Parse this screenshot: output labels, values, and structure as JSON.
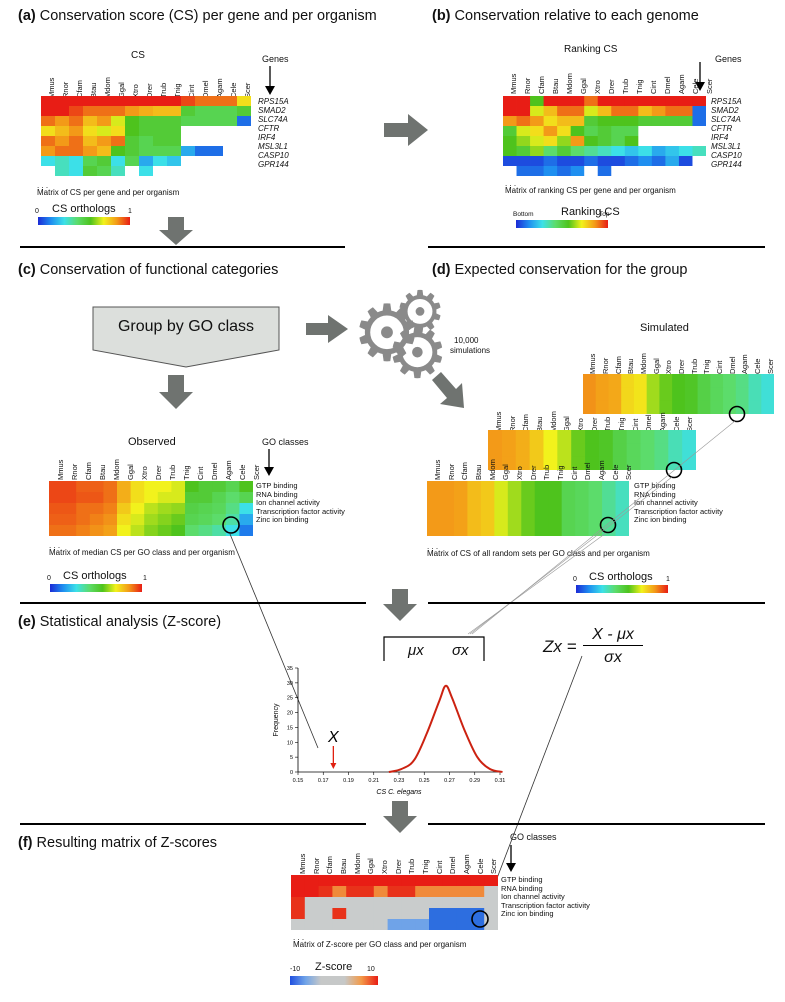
{
  "organisms": [
    "Mmus",
    "Rnor",
    "Cfam",
    "Btau",
    "Mdom",
    "Ggal",
    "Xtro",
    "Drer",
    "Trub",
    "Tnig",
    "Cint",
    "Dmel",
    "Agam",
    "Cele",
    "Scer"
  ],
  "genes": [
    "RPS15A",
    "SMAD2",
    "SLC74A",
    "CFTR",
    "IRF4",
    "MSL3L1",
    "CASP10",
    "GPR144"
  ],
  "go_classes": [
    "GTP binding",
    "RNA binding",
    "Ion channel activity",
    "Transcription factor activity",
    "Zinc ion binding"
  ],
  "ellipsis": ". . .",
  "panel_a": {
    "tag": "(a)",
    "title": "Conservation score (CS) per gene and per organism",
    "matrix_title": "CS",
    "genes_label": "Genes",
    "caption": "Matrix of CS per gene and per organism",
    "legend_title": "CS orthologs",
    "legend_min": "0",
    "legend_max": "1"
  },
  "panel_b": {
    "tag": "(b)",
    "title": "Conservation relative to each genome",
    "matrix_title": "Ranking CS",
    "genes_label": "Genes",
    "caption": "Matrix of ranking CS per gene and per organism",
    "legend_title": "Ranking CS",
    "legend_min": "Bottom",
    "legend_max": "Top"
  },
  "panel_c": {
    "tag": "(c)",
    "title": "Conservation of functional categories",
    "box_label": "Group by GO class",
    "observed_title": "Observed",
    "go_label": "GO classes",
    "caption": "Matrix of median CS per GO class and per organism",
    "legend_title": "CS orthologs",
    "legend_min": "0",
    "legend_max": "1"
  },
  "panel_d": {
    "tag": "(d)",
    "title": "Expected conservation for the group",
    "sim_count": "10,000",
    "sim_label": "simulations",
    "simulated_title": "Simulated",
    "caption": "Matrix of CS of all random sets per GO class and per organism",
    "legend_title": "CS orthologs",
    "legend_min": "0",
    "legend_max": "1"
  },
  "panel_e": {
    "tag": "(e)",
    "title": "Statistical analysis (Z-score)",
    "mu": "μx",
    "sigma": "σx",
    "x_label": "X",
    "formula_lhs": "Zx =",
    "formula_num": "X - μx",
    "formula_den": "σx"
  },
  "panel_f": {
    "tag": "(f)",
    "title": "Resulting matrix of Z-scores",
    "go_label": "GO classes",
    "caption": "Matrix of Z-score per GO class and per organism",
    "legend_title": "Z-score",
    "legend_min": "-10",
    "legend_max": "10"
  },
  "chart_data": {
    "type": "line",
    "title": "",
    "xlabel": "CS C. elegans",
    "ylabel": "Frequency",
    "x_ticks": [
      "0.15",
      "0.17",
      "0.19",
      "0.21",
      "0.23",
      "0.25",
      "0.27",
      "0.29",
      "0.31"
    ],
    "y_ticks": [
      "0",
      "5",
      "10",
      "15",
      "20",
      "25",
      "30",
      "35"
    ],
    "xlim": [
      0.15,
      0.31
    ],
    "ylim": [
      0,
      35
    ],
    "series": [
      {
        "x": [
          0.222,
          0.232,
          0.242,
          0.252,
          0.262,
          0.267,
          0.272,
          0.282,
          0.292,
          0.302,
          0.312
        ],
        "y": [
          0,
          1,
          4,
          13,
          24,
          29,
          25,
          14,
          5,
          1,
          0
        ]
      }
    ],
    "observed_x": 0.178
  },
  "colors": {
    "arrow_gray": "#6f7370",
    "rule": "#000000",
    "curve": "#cc2211",
    "observed_marker": "#e02010"
  }
}
